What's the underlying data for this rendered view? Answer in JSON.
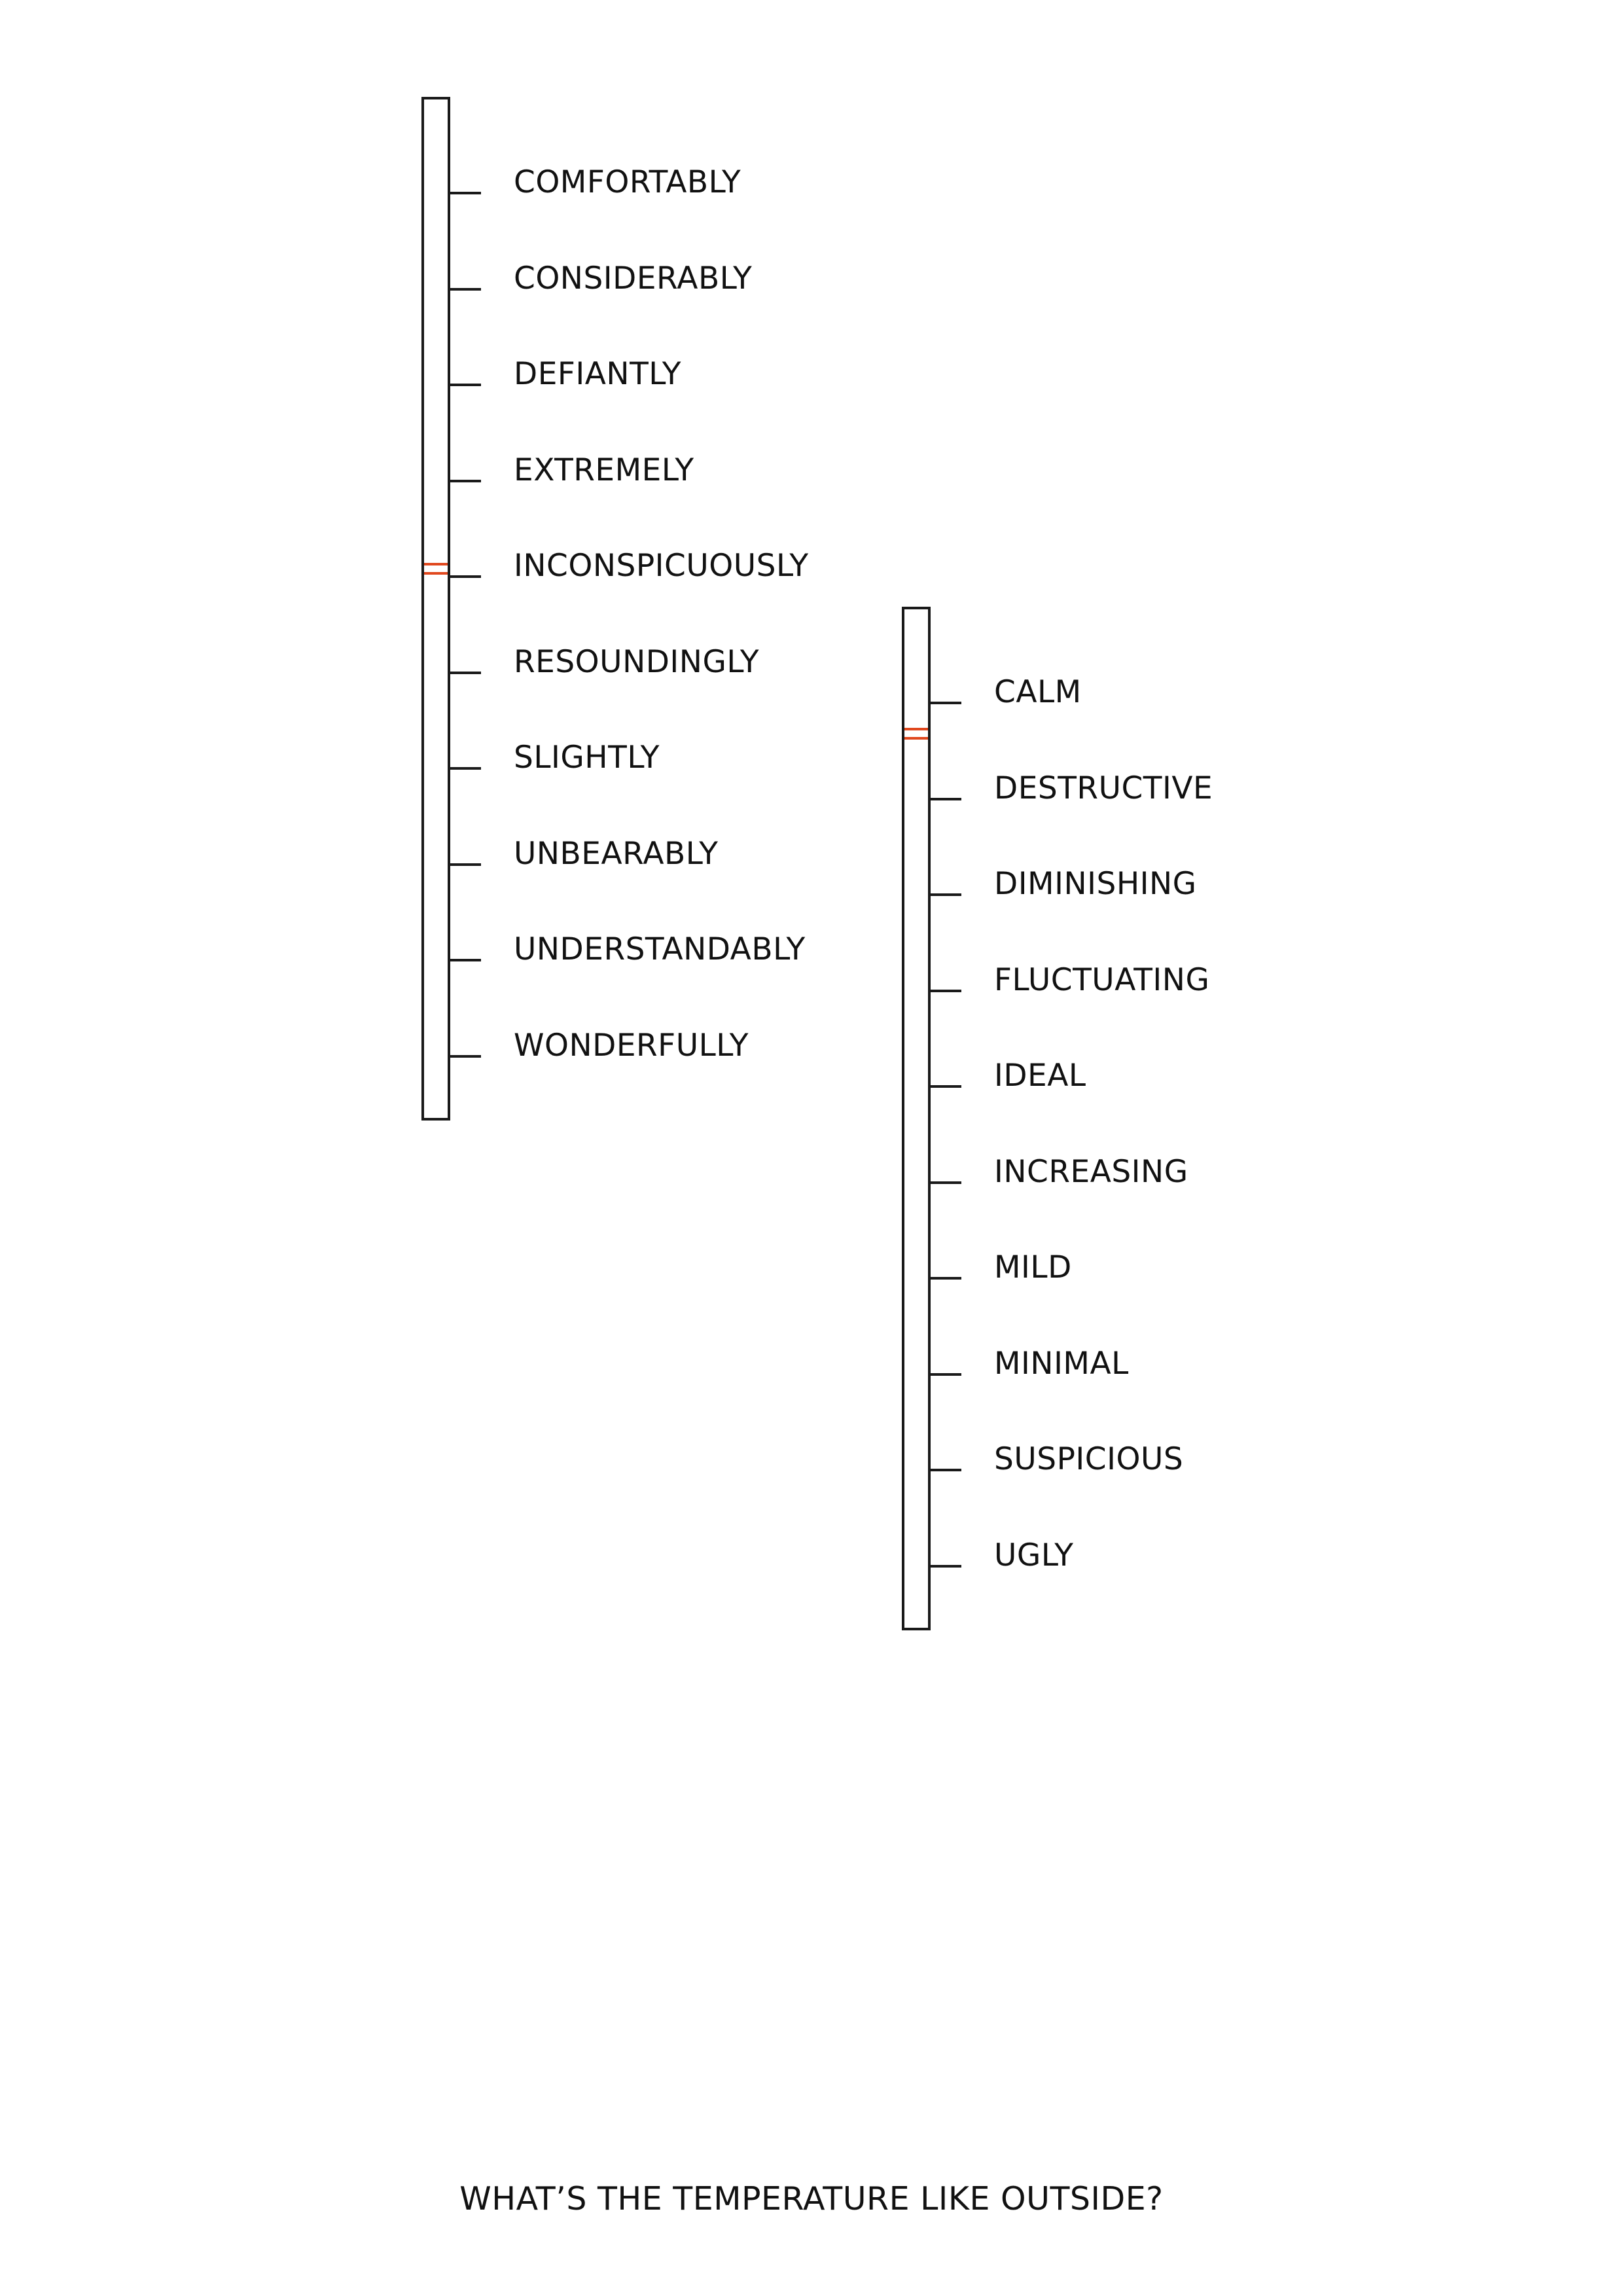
{
  "marker_color": "#e0481e",
  "scales": [
    {
      "words": [
        "COMFORTABLY",
        "CONSIDERABLY",
        "DEFIANTLY",
        "EXTREMELY",
        "INCONSPICUOUSLY",
        "RESOUNDINGLY",
        "SLIGHTLY",
        "UNBEARABLY",
        "UNDERSTANDABLY",
        "WONDERFULLY"
      ],
      "marker_word_index": 4
    },
    {
      "words": [
        "CALM",
        "DESTRUCTIVE",
        "DIMINISHING",
        "FLUCTUATING",
        "IDEAL",
        "INCREASING",
        "MILD",
        "MINIMAL",
        "SUSPICIOUS",
        "UGLY"
      ],
      "marker_word_index": 0.4
    }
  ],
  "caption": "WHAT’S THE TEMPERATURE LIKE OUTSIDE?"
}
